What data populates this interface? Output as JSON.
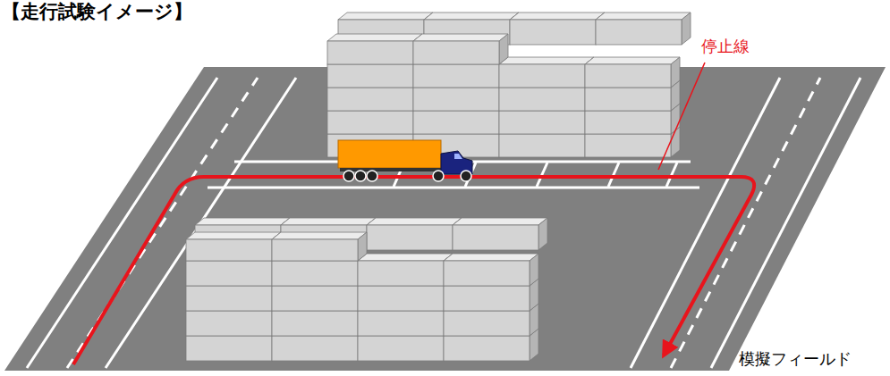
{
  "diagram": {
    "title": "【走行試験イメージ】",
    "labels": [
      "停止線",
      "模擬フィールド"
    ]
  }
}
